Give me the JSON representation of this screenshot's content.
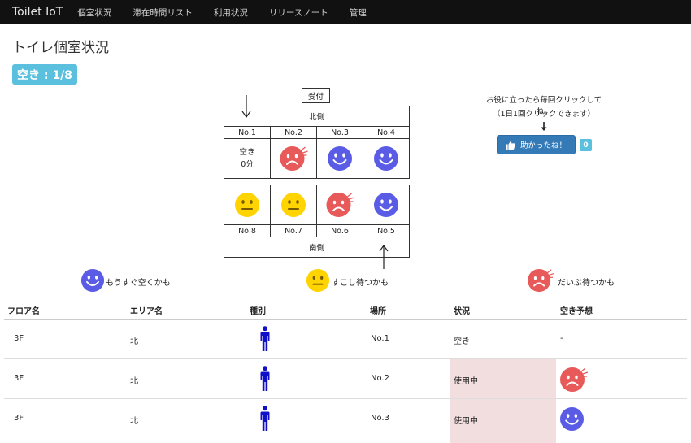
{
  "navbar": {
    "brand": "Toilet IoT",
    "items": [
      "個室状況",
      "滞在時間リスト",
      "利用状況",
      "リリースノート",
      "管理"
    ]
  },
  "page": {
    "title": "トイレ個室状況",
    "vacancy": "空き : 1/8"
  },
  "floor_map": {
    "reception": "受付",
    "north_label": "北側",
    "south_label": "南側",
    "north_rooms": [
      {
        "no": "No.1",
        "status": "vacant",
        "text_line1": "空き",
        "text_line2": "0分"
      },
      {
        "no": "No.2",
        "face": "red"
      },
      {
        "no": "No.3",
        "face": "blue"
      },
      {
        "no": "No.4",
        "face": "blue"
      }
    ],
    "south_rooms": [
      {
        "no": "No.8",
        "face": "yellow"
      },
      {
        "no": "No.7",
        "face": "yellow"
      },
      {
        "no": "No.6",
        "face": "red"
      },
      {
        "no": "No.5",
        "face": "blue"
      }
    ]
  },
  "feedback": {
    "line1": "お役に立ったら毎回クリックしてね。",
    "line2": "（1日1回クリックできます）",
    "button_label": "助かったね！",
    "count": "0"
  },
  "legend": [
    {
      "face": "blue",
      "label": "もうすぐ空くかも"
    },
    {
      "face": "yellow",
      "label": "すこし待つかも"
    },
    {
      "face": "red",
      "label": "だいぶ待つかも"
    }
  ],
  "table": {
    "headers": [
      "フロア名",
      "エリア名",
      "種別",
      "場所",
      "状況",
      "空き予想"
    ],
    "rows": [
      {
        "floor": "3F",
        "area": "北",
        "type_icon": "male-icon",
        "place": "No.1",
        "status": "空き",
        "forecast": "-"
      },
      {
        "floor": "3F",
        "area": "北",
        "type_icon": "male-icon",
        "place": "No.2",
        "status": "使用中",
        "forecast_face": "red"
      },
      {
        "floor": "3F",
        "area": "北",
        "type_icon": "male-icon",
        "place": "No.3",
        "status": "使用中",
        "forecast_face": "blue"
      }
    ]
  },
  "colors": {
    "navbar": "#111111",
    "info": "#5bc0de",
    "primary": "#337ab7",
    "face_blue": "#5b5ce6",
    "face_yellow": "#ffd400",
    "face_red": "#e85a5a",
    "occupied_bg": "#f2dede",
    "male_icon": "#1010c8"
  }
}
